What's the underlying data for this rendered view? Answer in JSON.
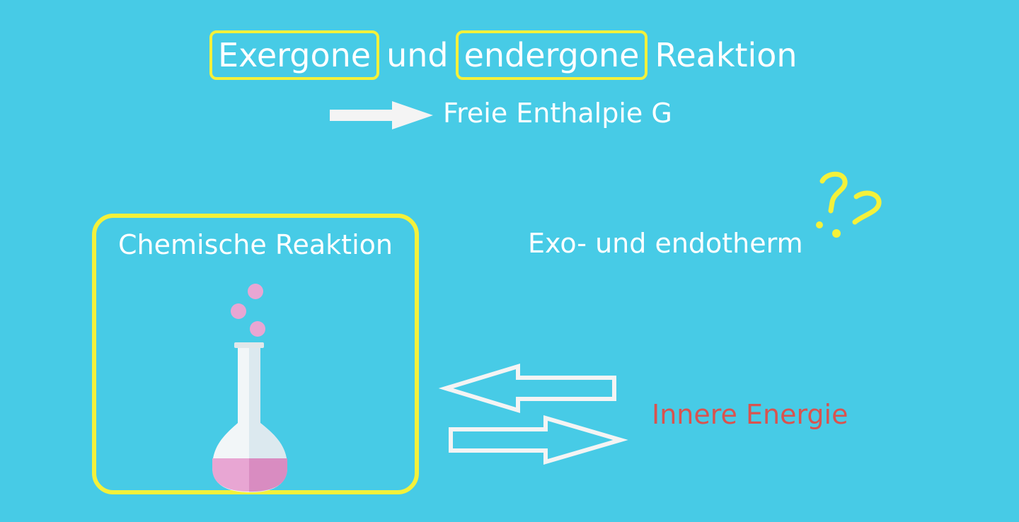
{
  "title": {
    "word1": "Exergone",
    "connector": "und",
    "word2": "endergone",
    "word3": "Reaktion"
  },
  "subtitle": "Freie Enthalpie G",
  "reaction_box": {
    "title": "Chemische Reaktion"
  },
  "exo_endo_label": "Exo- und endotherm",
  "inner_energy_label": "Innere Energie",
  "colors": {
    "background": "#47cbe6",
    "highlight": "#f4f13a",
    "text": "#ffffff",
    "inner_energy": "#d9534f",
    "liquid": "#e8a6d3",
    "bubbles": "#e8a6d3"
  },
  "icons": [
    "right-arrow-icon",
    "flask-icon",
    "question-marks-icon",
    "left-outline-arrow-icon",
    "right-outline-arrow-icon"
  ]
}
